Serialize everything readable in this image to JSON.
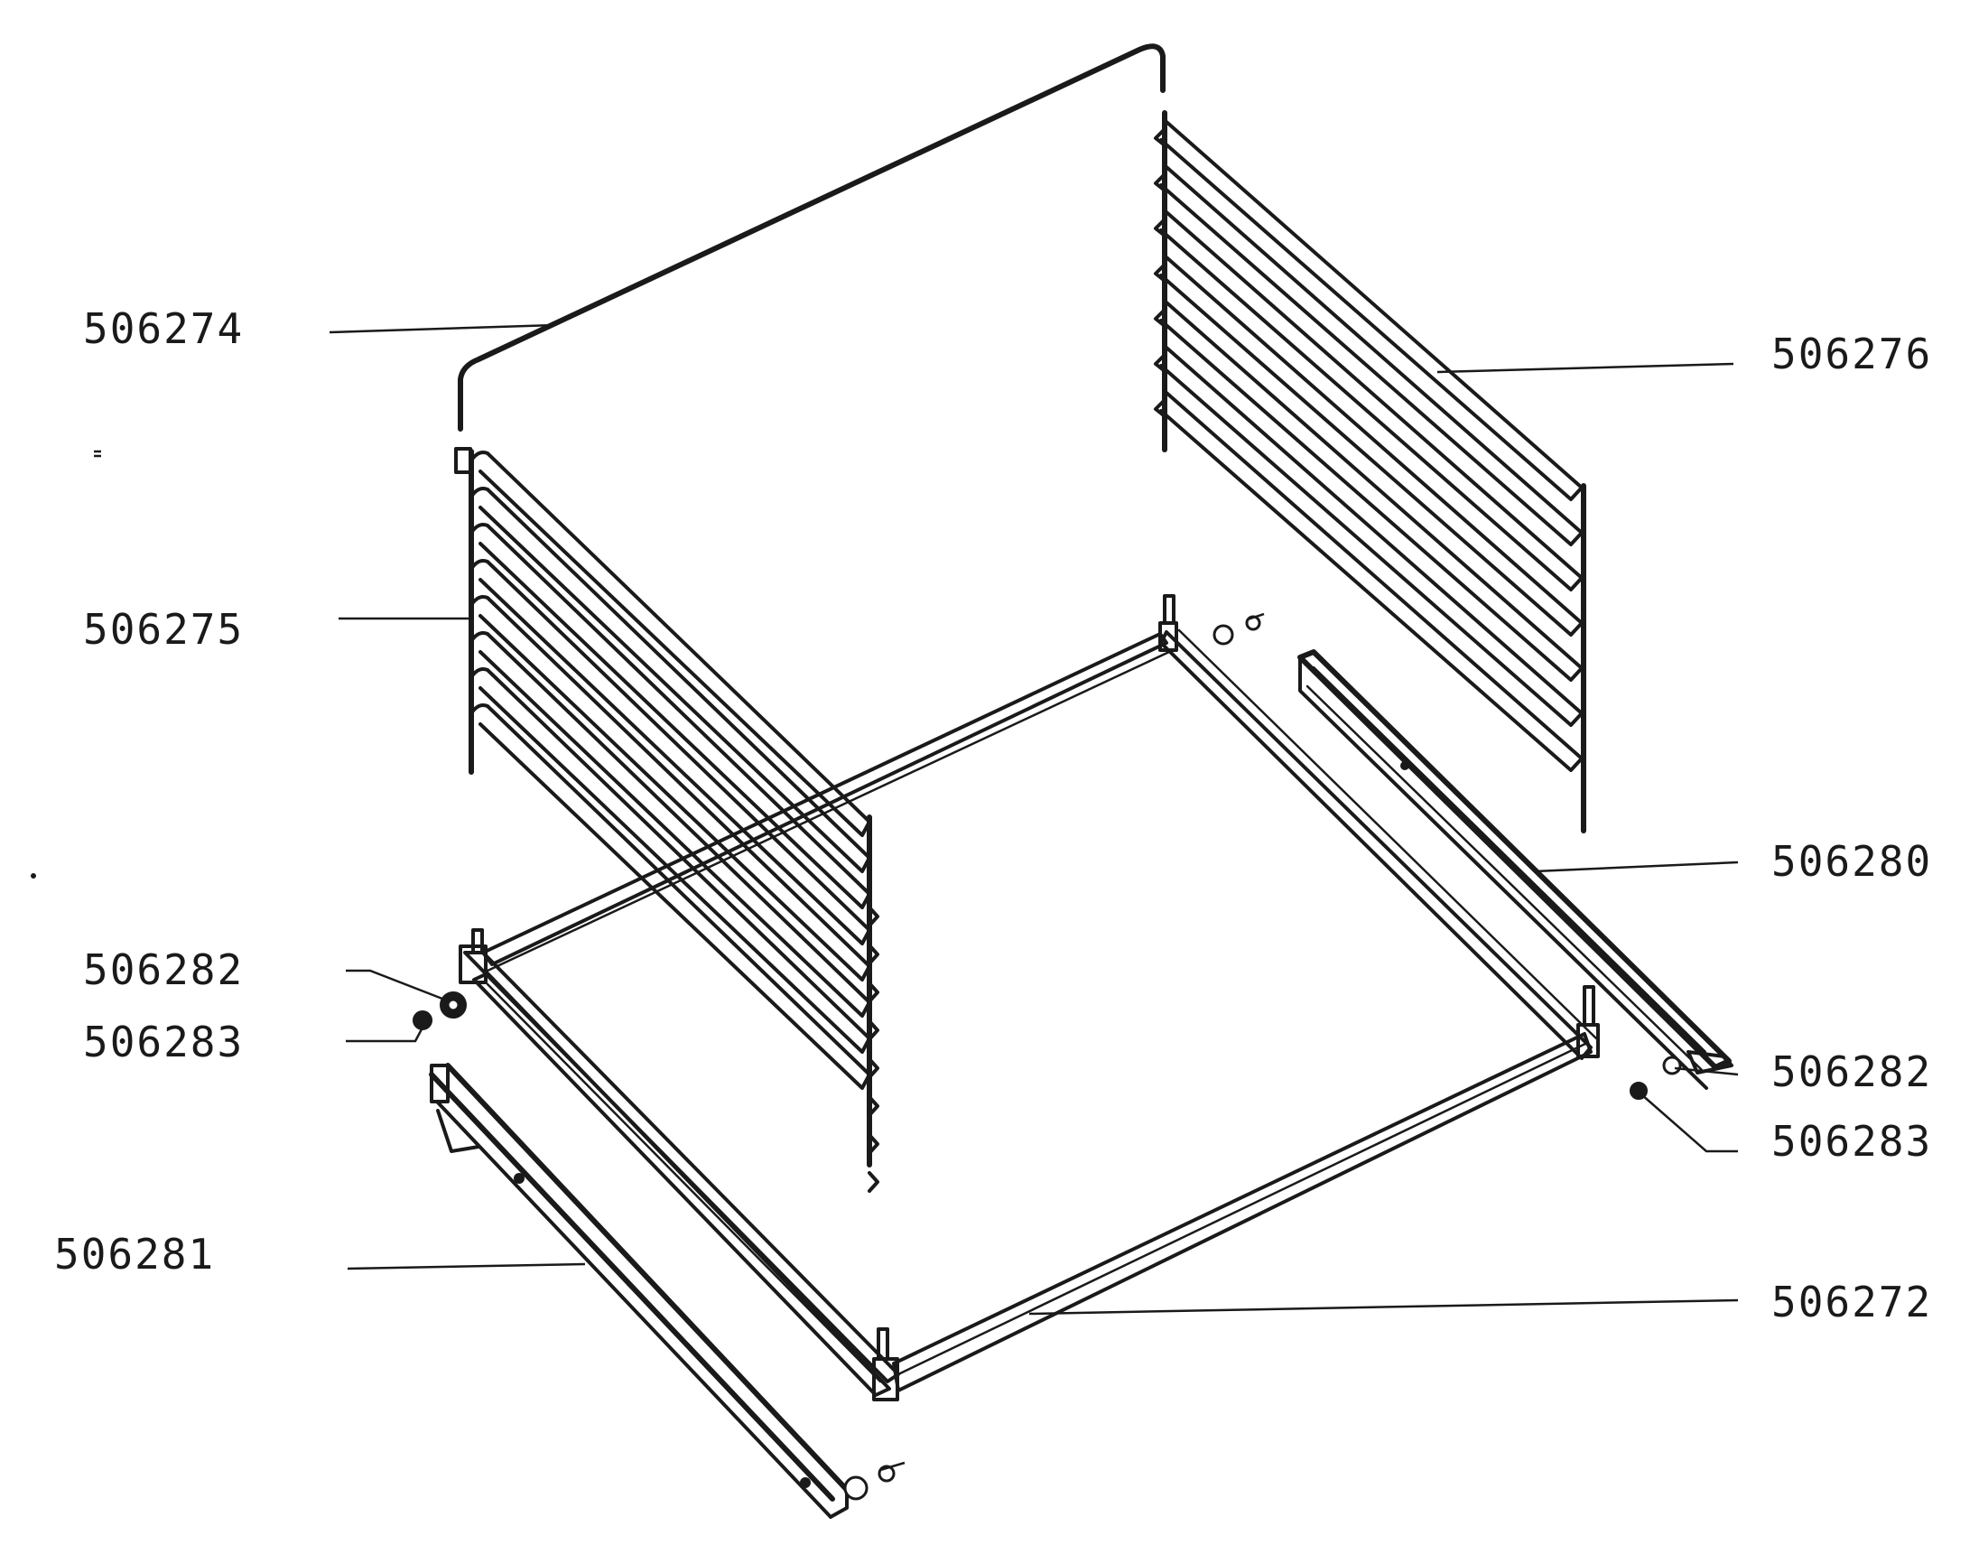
{
  "labels": {
    "l1": "506274",
    "l2": "506275",
    "l3": "506282",
    "l4": "506283",
    "l5": "506281",
    "l6": "506276",
    "l7": "506280",
    "l8": "506282",
    "l9": "506283",
    "l10": "506272"
  }
}
